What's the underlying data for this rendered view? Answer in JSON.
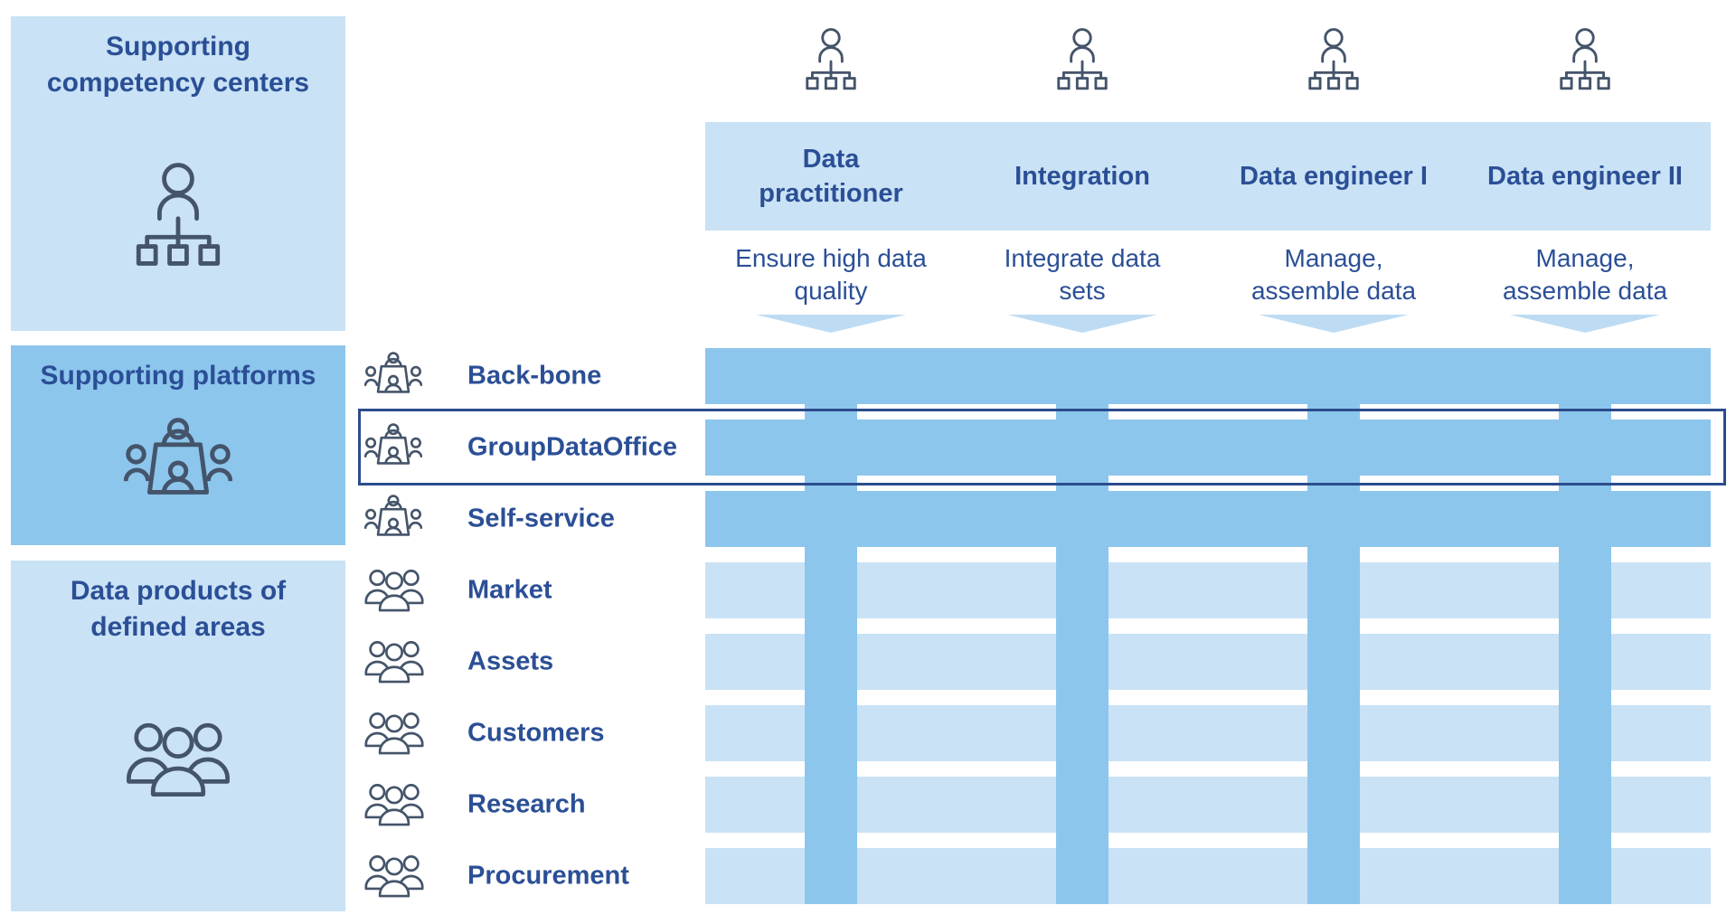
{
  "sidebar": {
    "boxes": [
      {
        "title_lines": [
          "Supporting",
          "competency centers"
        ],
        "icon": "org-chart-person-icon",
        "tone": "light"
      },
      {
        "title_lines": [
          "Supporting platforms"
        ],
        "icon": "meeting-table-icon",
        "tone": "medium"
      },
      {
        "title_lines": [
          "Data products of",
          "defined areas"
        ],
        "icon": "people-group-icon",
        "tone": "light"
      }
    ]
  },
  "columns": [
    {
      "title_lines": [
        "Data",
        "practitioner"
      ],
      "description_lines": [
        "Ensure high data",
        "quality"
      ],
      "icon": "org-chart-person-icon"
    },
    {
      "title_lines": [
        "Integration"
      ],
      "description_lines": [
        "Integrate data",
        "sets"
      ],
      "icon": "org-chart-person-icon"
    },
    {
      "title_lines": [
        "Data engineer I"
      ],
      "description_lines": [
        "Manage,",
        "assemble data"
      ],
      "icon": "org-chart-person-icon"
    },
    {
      "title_lines": [
        "Data engineer II"
      ],
      "description_lines": [
        "Manage,",
        "assemble data"
      ],
      "icon": "org-chart-person-icon"
    }
  ],
  "rows": [
    {
      "label": "Back-bone",
      "icon": "meeting-table-icon",
      "tone": "medium",
      "highlighted": false
    },
    {
      "label": "GroupDataOffice",
      "icon": "meeting-table-icon",
      "tone": "medium",
      "highlighted": true
    },
    {
      "label": "Self-service",
      "icon": "meeting-table-icon",
      "tone": "medium",
      "highlighted": false
    },
    {
      "label": "Market",
      "icon": "people-group-icon",
      "tone": "light",
      "highlighted": false
    },
    {
      "label": "Assets",
      "icon": "people-group-icon",
      "tone": "light",
      "highlighted": false
    },
    {
      "label": "Customers",
      "icon": "people-group-icon",
      "tone": "light",
      "highlighted": false
    },
    {
      "label": "Research",
      "icon": "people-group-icon",
      "tone": "light",
      "highlighted": false
    },
    {
      "label": "Procurement",
      "icon": "people-group-icon",
      "tone": "light",
      "highlighted": false
    }
  ],
  "colors": {
    "light_blue": "#C9E2F5",
    "medium_blue": "#8DC6ED",
    "chevron_blue": "#BDDCF3",
    "text_navy": "#2B4F96",
    "icon_stroke": "#44546A",
    "highlight_border": "#2B4C8C"
  }
}
